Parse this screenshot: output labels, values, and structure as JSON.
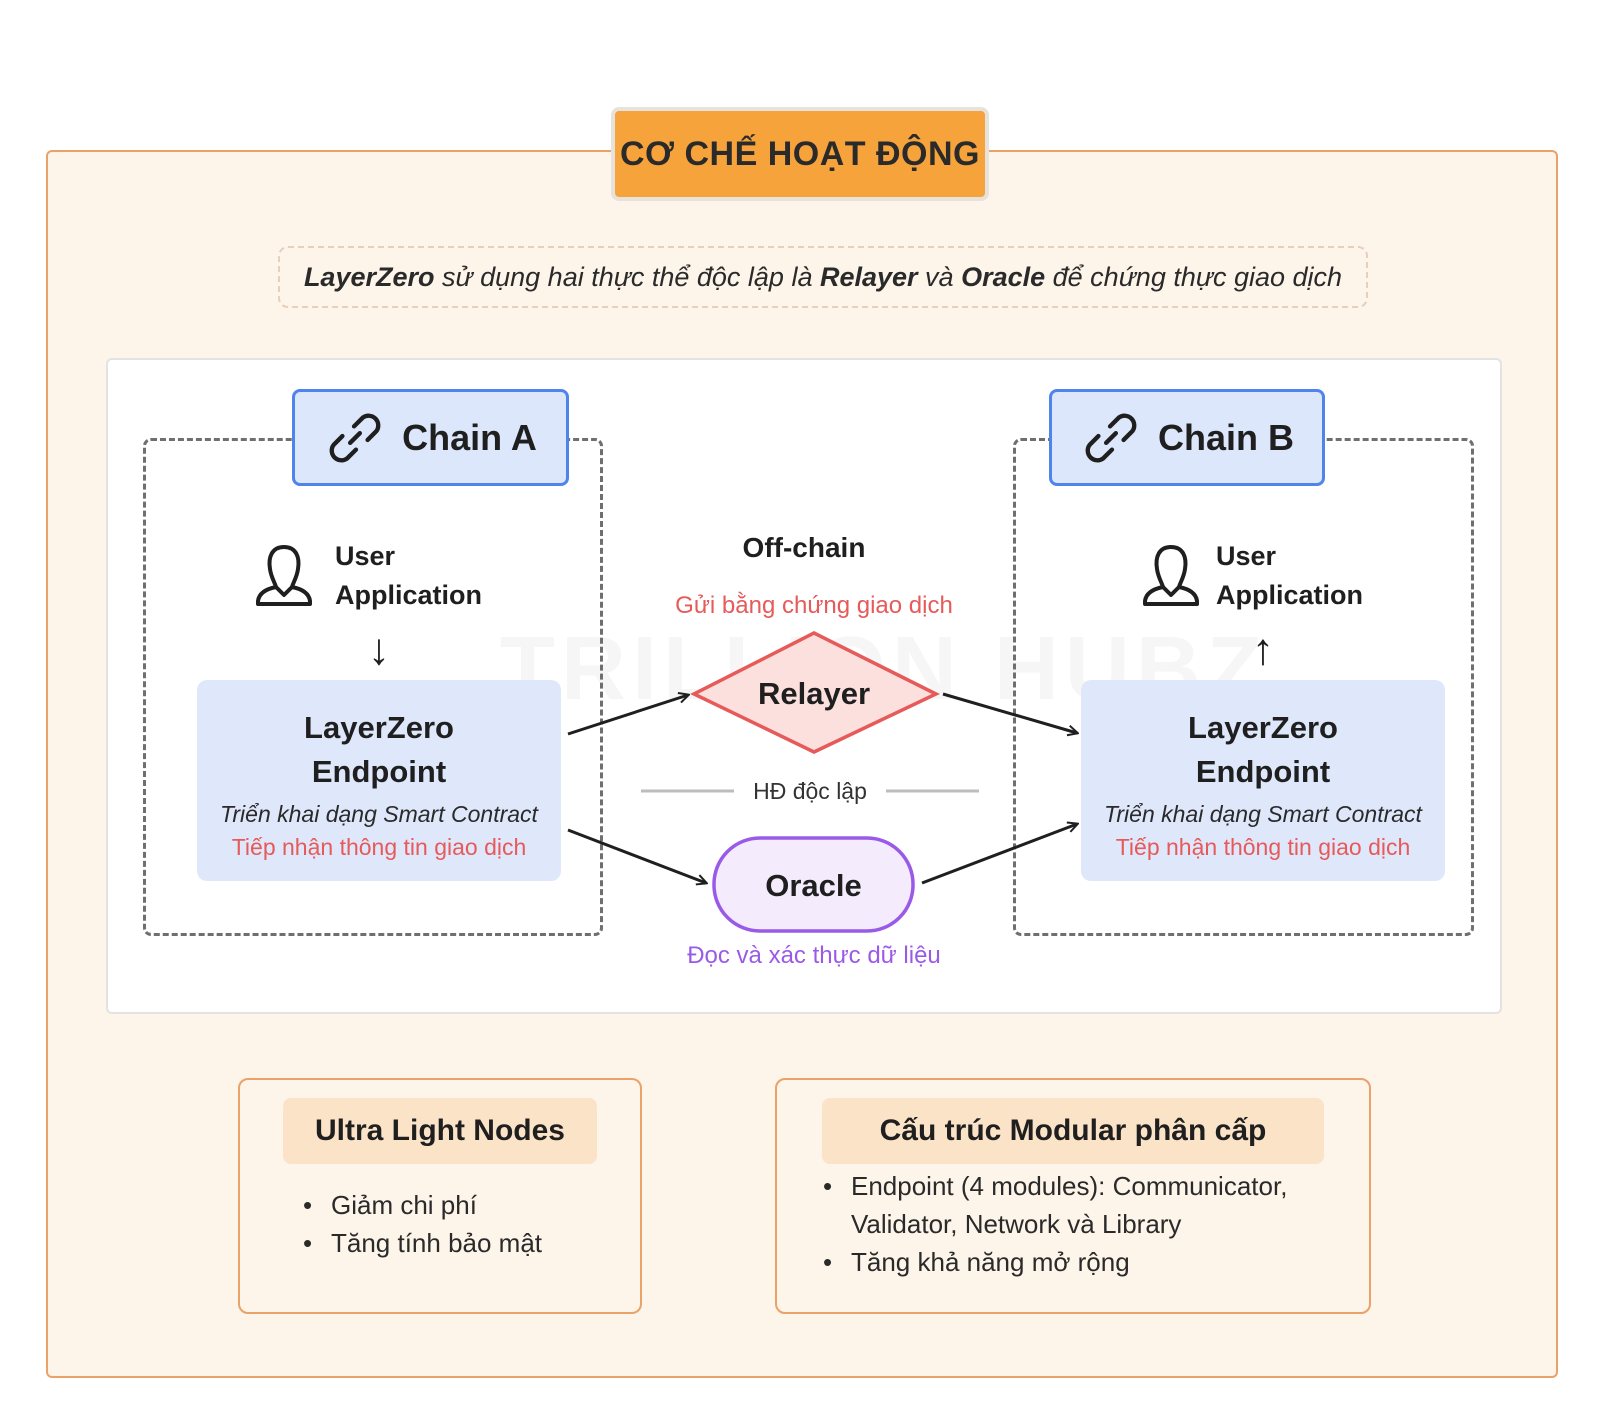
{
  "header": {
    "title": "CƠ CHẾ HOẠT ĐỘNG"
  },
  "subtitle": {
    "part1": "LayerZero",
    "part2": " sử dụng hai thực thể độc lập là ",
    "part3": "Relayer",
    "part4": " và ",
    "part5": "Oracle",
    "part6": " để chứng thực giao dịch"
  },
  "watermark": "TRILLION HUBZ",
  "chain_a": {
    "label": "Chain A",
    "user_app": [
      "User",
      "Application"
    ],
    "endpoint": {
      "title": [
        "LayerZero",
        "Endpoint"
      ],
      "subtitle": "Triển khai dạng Smart Contract",
      "note": "Tiếp nhận thông tin giao dịch"
    }
  },
  "chain_b": {
    "label": "Chain B",
    "user_app": [
      "User",
      "Application"
    ],
    "endpoint": {
      "title": [
        "LayerZero",
        "Endpoint"
      ],
      "subtitle": "Triển khai dạng Smart Contract",
      "note": "Tiếp nhận thông tin giao dịch"
    }
  },
  "offchain": {
    "label": "Off-chain",
    "relayer_caption": "Gửi bằng chứng giao dịch",
    "relayer_label": "Relayer",
    "independent_label": "HĐ độc lập",
    "oracle_label": "Oracle",
    "oracle_caption": "Đọc và xác thực dữ liệu"
  },
  "features": {
    "ultra_light": {
      "title": "Ultra Light Nodes",
      "items": [
        "Giảm chi phí",
        "Tăng tính bảo mật"
      ]
    },
    "modular": {
      "title": "Cấu trúc Modular phân cấp",
      "items": [
        "Endpoint (4 modules): Communicator, Validator, Network và Library",
        "Tăng khả năng mở rộng"
      ]
    }
  },
  "colors": {
    "accent_orange": "#f7a33c",
    "panel_border": "#e9a26a",
    "chain_blue": "#4f84ec",
    "relayer_red": "#e65a5a",
    "oracle_purple": "#9a5ae8"
  },
  "icons": {
    "chain": "link-icon",
    "user": "user-icon"
  }
}
